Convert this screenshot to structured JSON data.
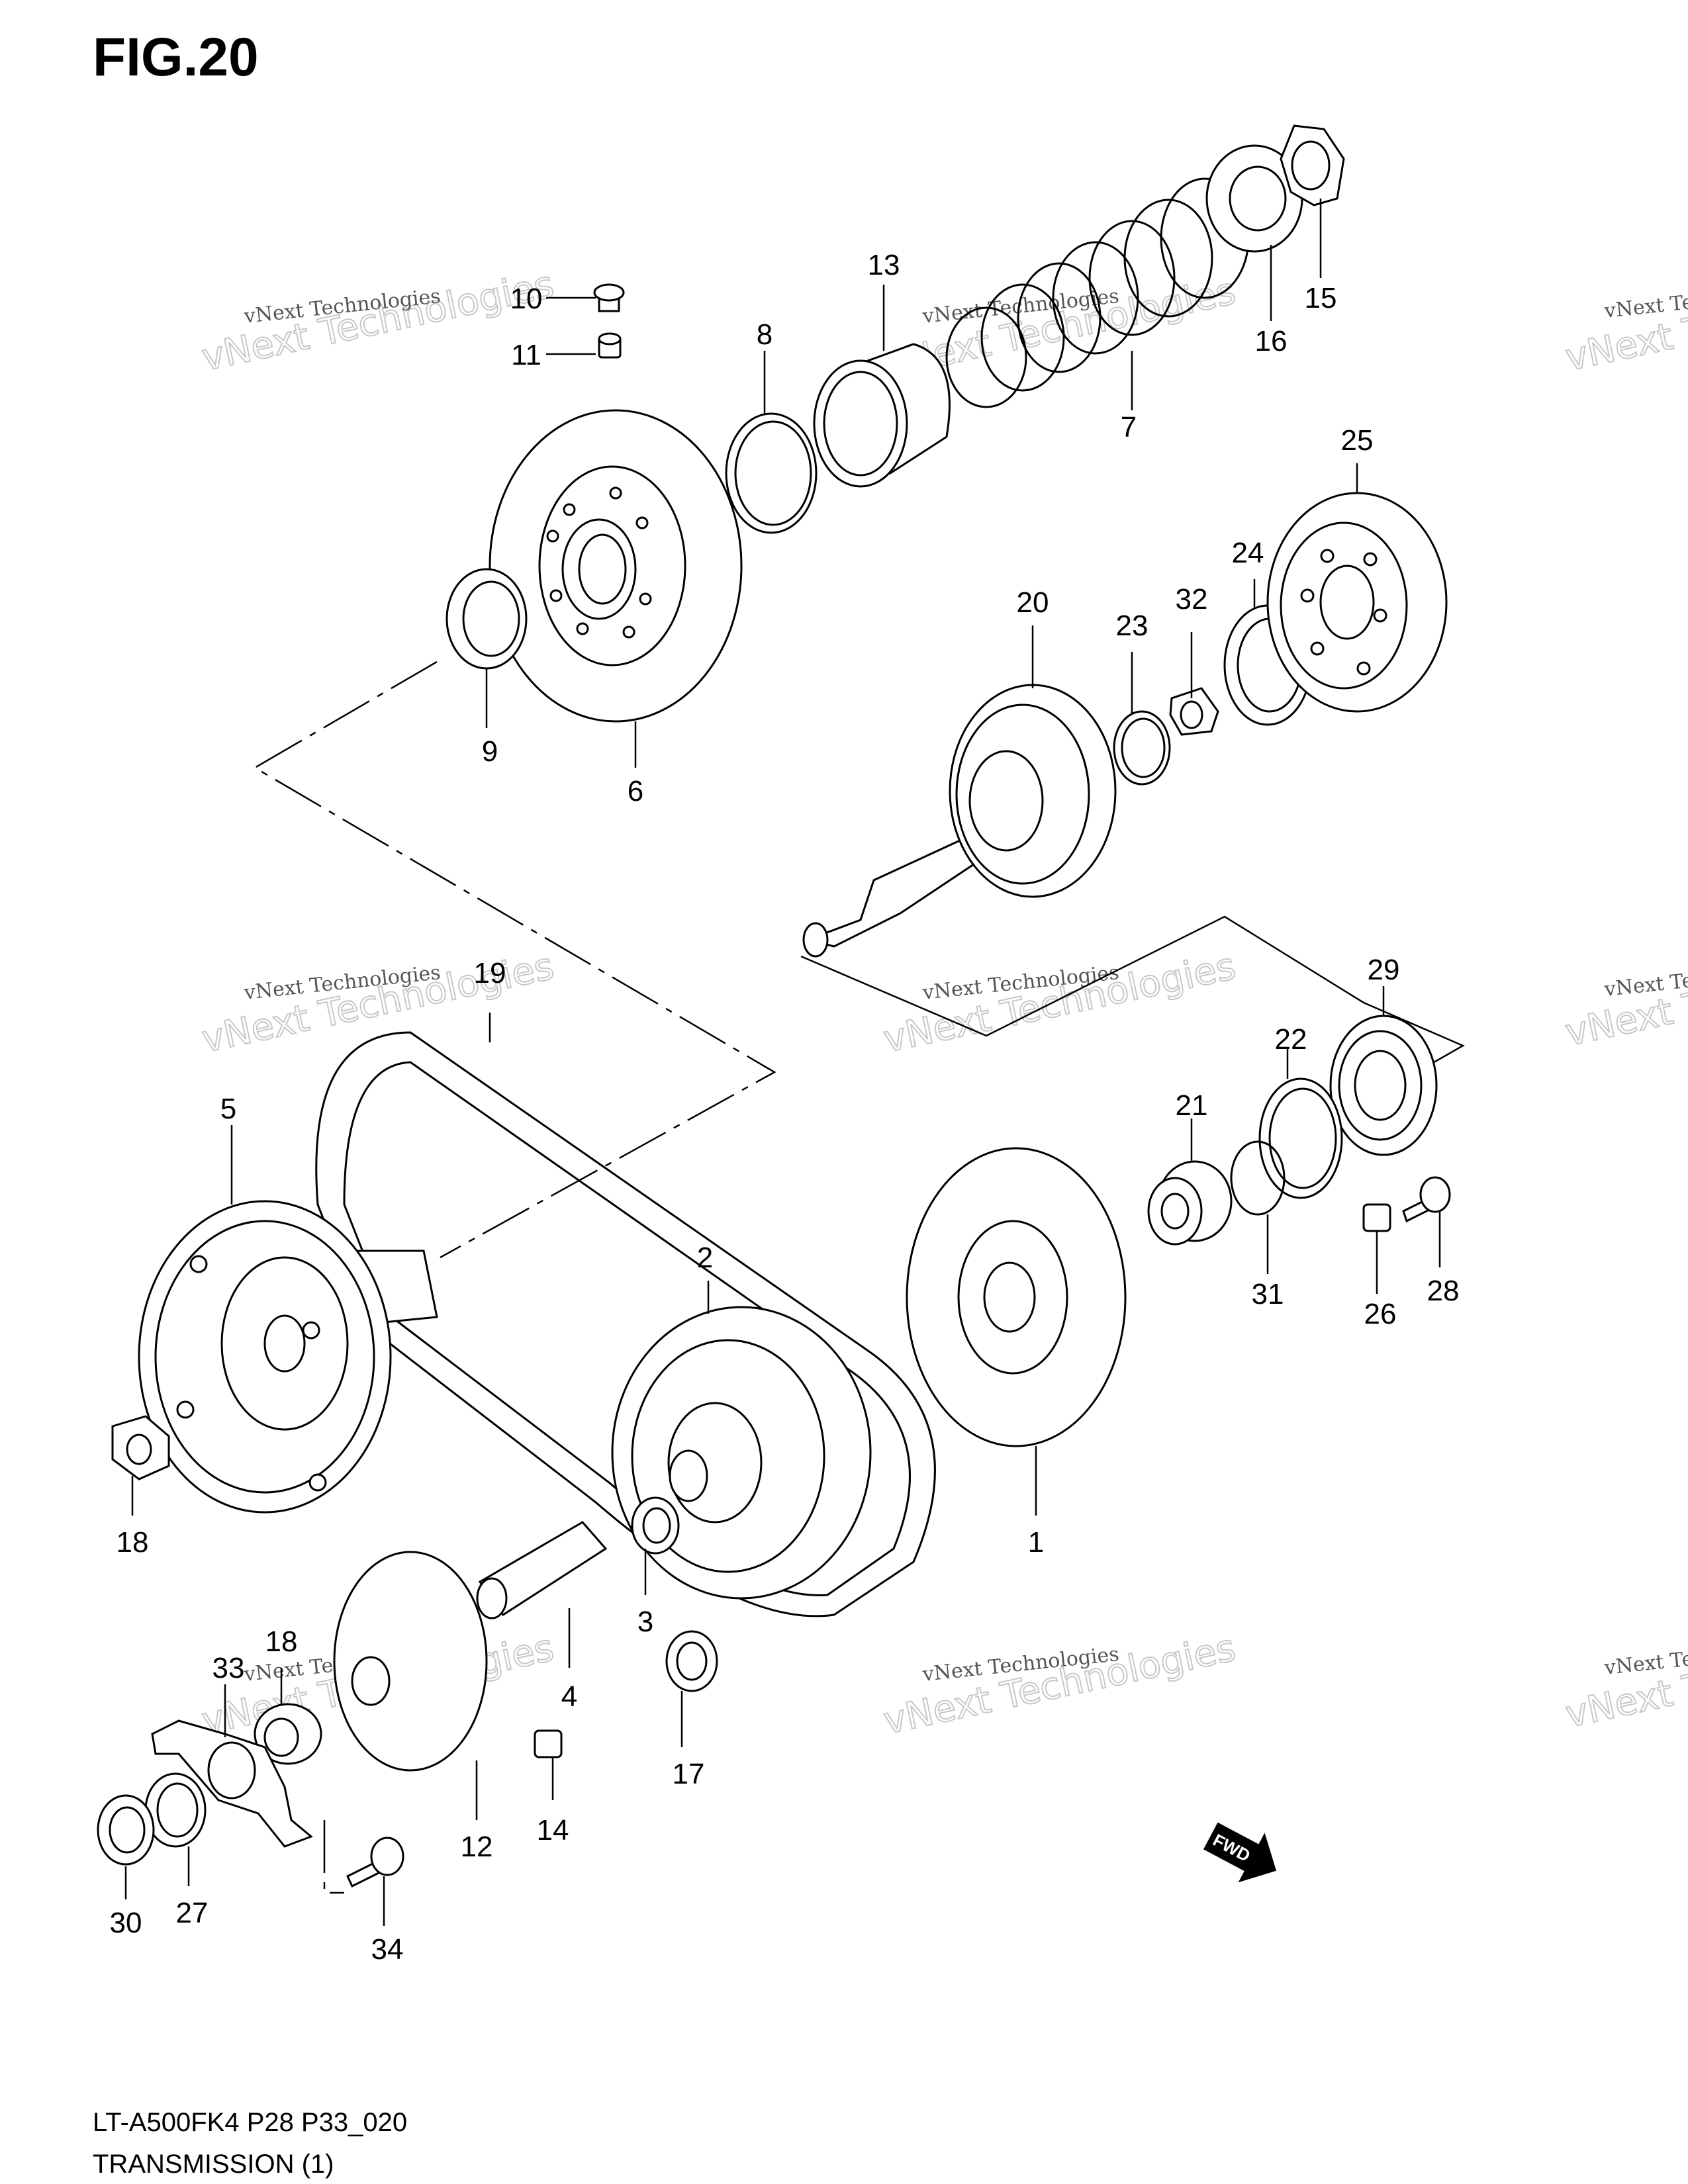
{
  "figure": {
    "title": "FIG.20",
    "code": "LT-A500FK4 P28 P33_020",
    "subtitle": "TRANSMISSION (1)"
  },
  "watermark": {
    "line1": "vNext Technologies",
    "line2": "vNext Technologies"
  },
  "fwd_arrow_label": "FWD",
  "callouts": [
    "1",
    "2",
    "3",
    "4",
    "5",
    "6",
    "7",
    "8",
    "9",
    "10",
    "11",
    "12",
    "13",
    "14",
    "15",
    "16",
    "17",
    "18",
    "18",
    "19",
    "20",
    "21",
    "22",
    "23",
    "24",
    "25",
    "26",
    "27",
    "28",
    "29",
    "30",
    "31",
    "32",
    "33",
    "34"
  ]
}
